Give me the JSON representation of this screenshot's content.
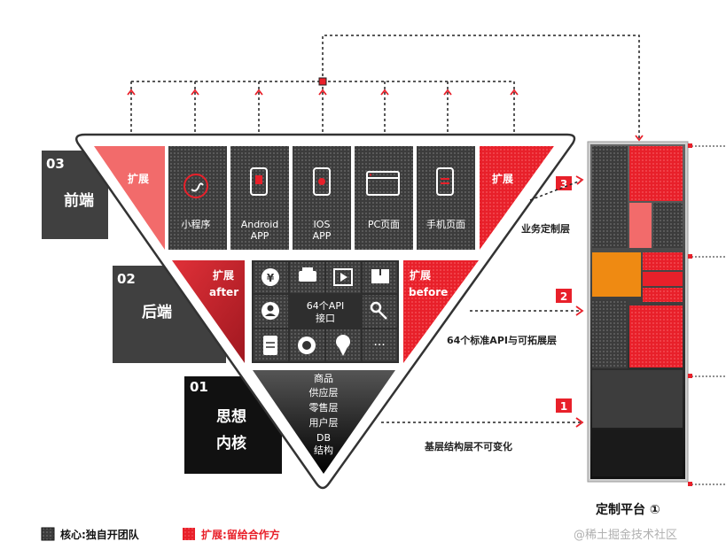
{
  "layers": {
    "front": {
      "num": "03",
      "title": "前端"
    },
    "back": {
      "num": "02",
      "title": "后端"
    },
    "core": {
      "num": "01",
      "title_line1": "思想",
      "title_line2": "内核"
    }
  },
  "front_tiles": {
    "extend_left": "扩展",
    "extend_right": "扩展",
    "mini_program": "小程序",
    "android_line1": "Android",
    "android_line2": "APP",
    "ios_line1": "IOS",
    "ios_line2": "APP",
    "pc": "PC页面",
    "mobile": "手机页面"
  },
  "back_tiles": {
    "extend_after_line1": "扩展",
    "extend_after_line2": "after",
    "extend_before_line1": "扩展",
    "extend_before_line2": "before",
    "api_line1": "64个API",
    "api_line2": "接口",
    "more": "···"
  },
  "core_items": [
    "商品",
    "供应层",
    "零售层",
    "用户层",
    "DB",
    "结构"
  ],
  "annotations": {
    "a3_num": "3",
    "a3_text": "业务定制层",
    "a2_num": "2",
    "a2_text": "64个标准API与可拓展层",
    "a1_num": "1",
    "a1_text": "基层结构层不可变化"
  },
  "platform": {
    "caption": "定制平台 ①"
  },
  "legend": {
    "core": "核心:独自开团队",
    "extend": "扩展:留给合作方"
  },
  "watermark": "@稀土掘金技术社区",
  "colors": {
    "red": "#e8202a",
    "pink": "#f26b6b",
    "dark": "#3a3a3a",
    "orange": "#ef8a12"
  }
}
